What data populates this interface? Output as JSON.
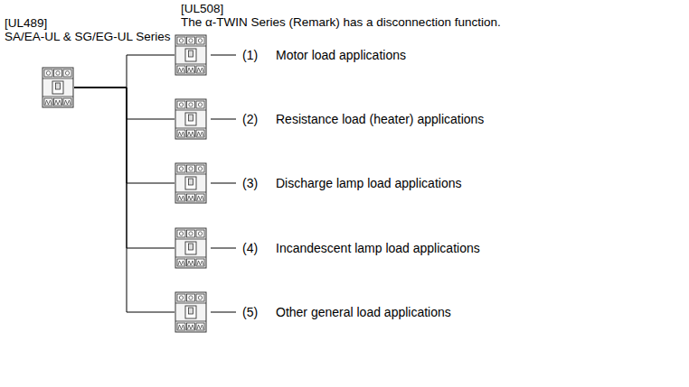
{
  "diagram": {
    "nodes": [
      {
        "text": [
          "[UL489]",
          "SA/EA-UL & SG/EG-UL Series"
        ]
      },
      {
        "text": [
          "(1)",
          "Motor load applications"
        ]
      },
      {
        "text": [
          "(2)",
          "Resistance load (heater) applications"
        ]
      },
      {
        "text": [
          "(3)",
          "Discharge lamp load applications"
        ]
      },
      {
        "text": [
          "(4)",
          "Incandescent lamp load applications"
        ]
      },
      {
        "text": [
          "(5)",
          "Other general load applications"
        ]
      }
    ],
    "edges": [
      {
        "from": 0,
        "to": 1,
        "arrow": "none"
      },
      {
        "from": 0,
        "to": 2,
        "arrow": "none"
      },
      {
        "from": 0,
        "to": 3,
        "arrow": "none"
      },
      {
        "from": 0,
        "to": 4,
        "arrow": "none"
      },
      {
        "from": 0,
        "to": 5,
        "arrow": "none"
      }
    ],
    "labels": [
      "[UL508]",
      "The α-TWIN Series (Remark) has a disconnection function."
    ]
  }
}
